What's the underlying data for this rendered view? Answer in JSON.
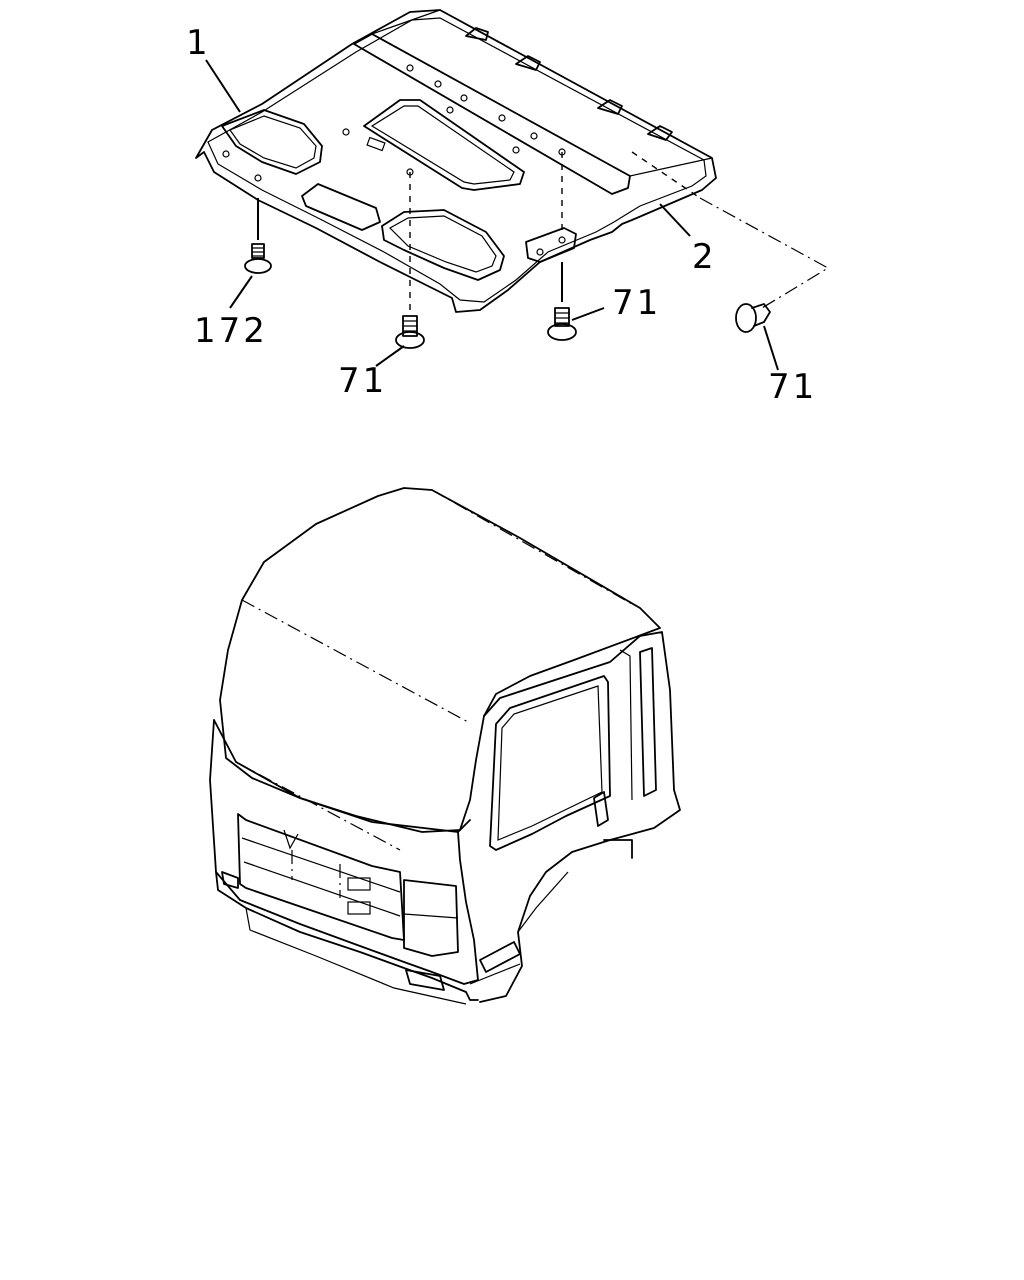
{
  "diagram": {
    "callouts": [
      {
        "id": "c1",
        "text": "1"
      },
      {
        "id": "c2",
        "text": "2"
      },
      {
        "id": "c172",
        "text": "172"
      },
      {
        "id": "c71a",
        "text": "71"
      },
      {
        "id": "c71b",
        "text": "71"
      },
      {
        "id": "c71c",
        "text": "71"
      }
    ],
    "line_color": "#000000",
    "background": "#ffffff"
  }
}
